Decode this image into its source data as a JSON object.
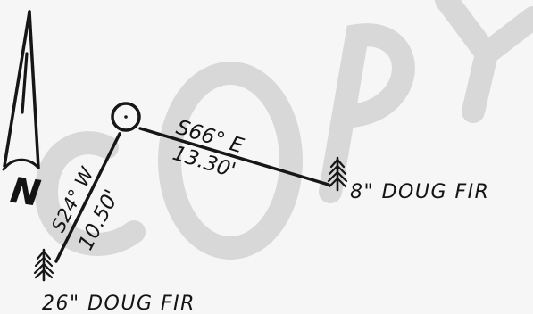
{
  "watermark": {
    "text": "COPY",
    "color": "#d9d9d9"
  },
  "north_arrow": {
    "label": "N",
    "icon": "north-arrow-icon"
  },
  "monument": {
    "icon": "circle-point-icon"
  },
  "ties": [
    {
      "bearing": "S66° E",
      "distance": "13.30'"
    },
    {
      "bearing": "S24° W",
      "distance": "10.50'"
    }
  ],
  "trees": [
    {
      "label": "8\" DOUG FIR",
      "icon": "fir-tree-icon"
    },
    {
      "label": "26\" DOUG FIR",
      "icon": "fir-tree-icon"
    }
  ],
  "colors": {
    "ink": "#161616",
    "paper": "#f6f6f6",
    "watermark": "#d9d9d9"
  }
}
